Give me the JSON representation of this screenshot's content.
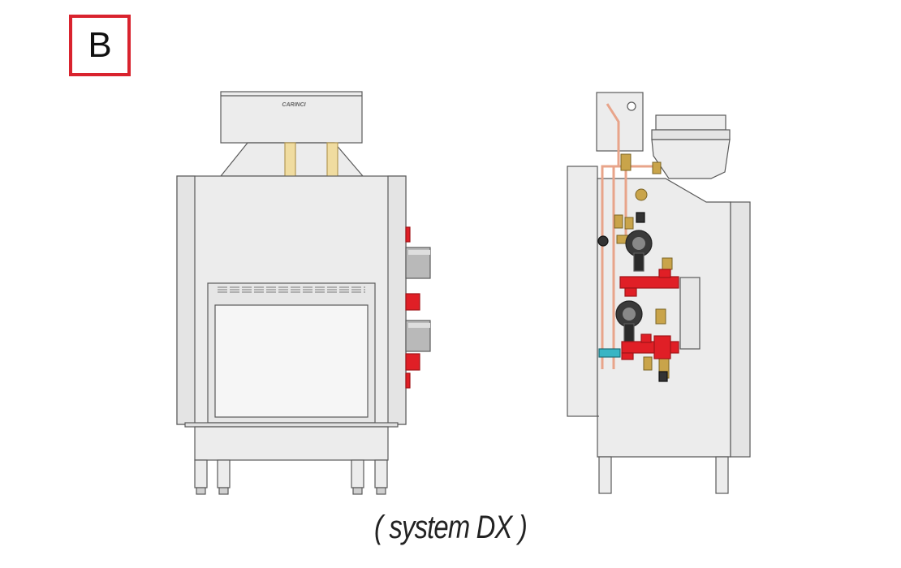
{
  "label": "B",
  "brand": "CARINCI",
  "caption": "( system DX )",
  "colors": {
    "frame_red": "#d9232e",
    "body_gray": "#ececec",
    "outline": "#5a5a5a",
    "glass": "#f6f6f6",
    "tube": "#f0dca0",
    "pipe_red": "#e01f26",
    "pipe_copper": "#e8a48a",
    "brass": "#c9a44a"
  }
}
